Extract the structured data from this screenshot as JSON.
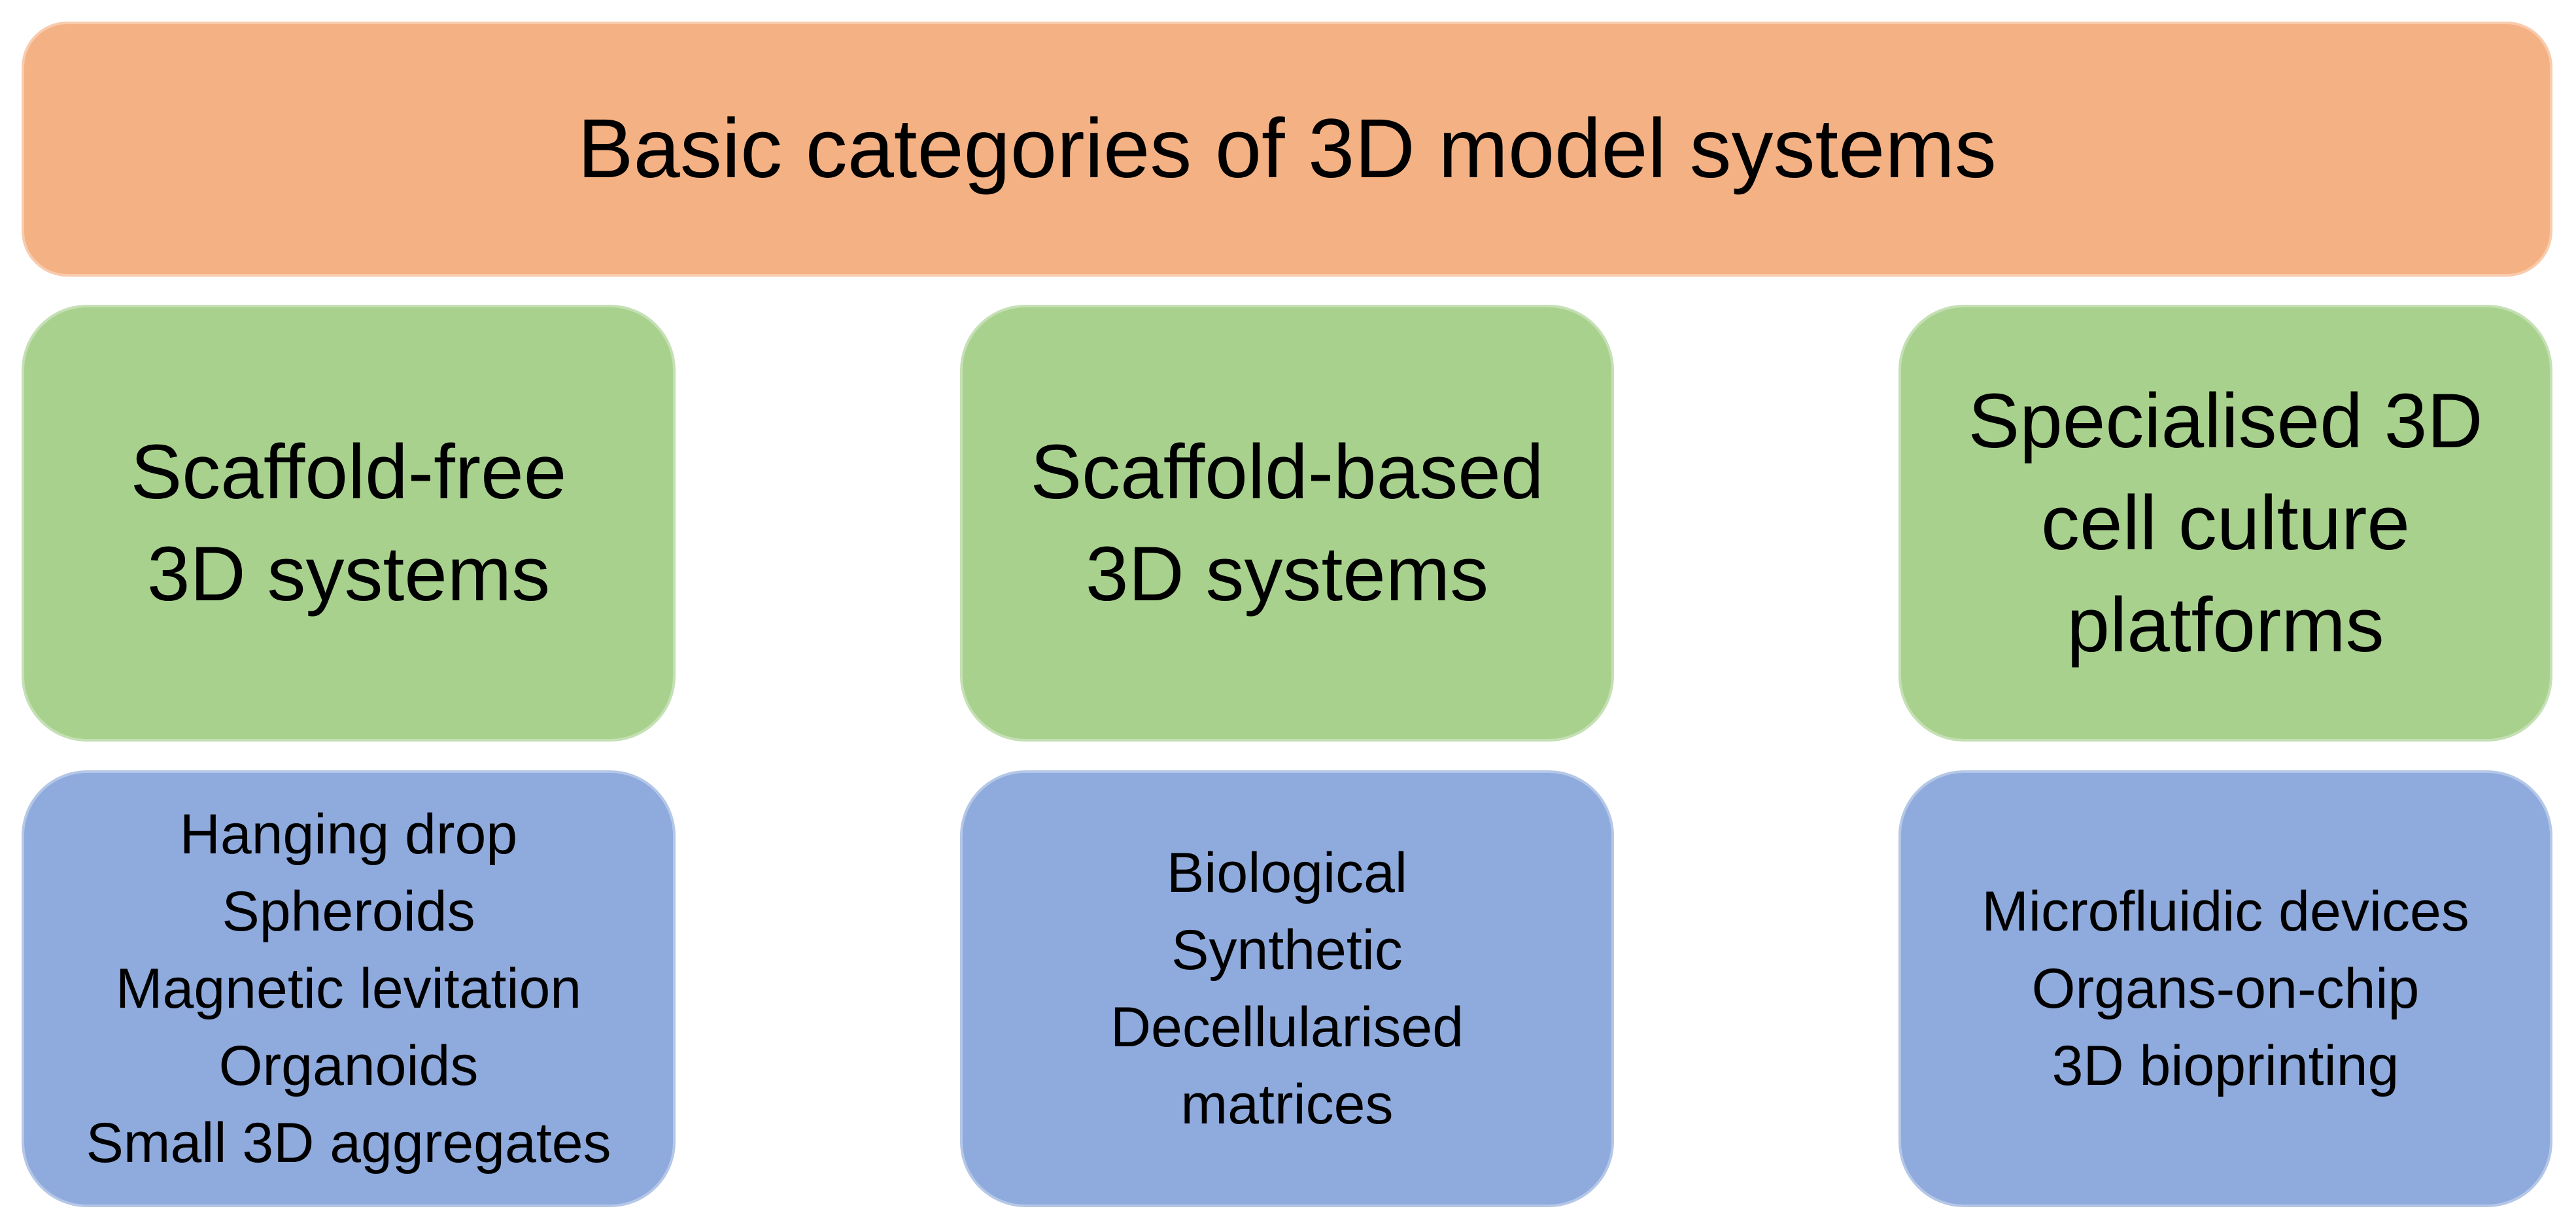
{
  "title": "Basic categories of 3D model systems",
  "colors": {
    "title_fill": "#f4b183",
    "category_fill": "#a9d18e",
    "detail_fill": "#8faadc"
  },
  "columns": [
    {
      "category": [
        "Scaffold-free",
        "3D systems"
      ],
      "items": [
        "Hanging drop",
        "Spheroids",
        "Magnetic levitation",
        "Organoids",
        "Small 3D aggregates"
      ]
    },
    {
      "category": [
        "Scaffold-based",
        "3D systems"
      ],
      "items": [
        "Biological",
        "Synthetic",
        "Decellularised",
        "matrices"
      ]
    },
    {
      "category": [
        "Specialised 3D",
        "cell culture",
        "platforms"
      ],
      "items": [
        "Microfluidic devices",
        "Organs-on-chip",
        "3D bioprinting"
      ]
    }
  ]
}
